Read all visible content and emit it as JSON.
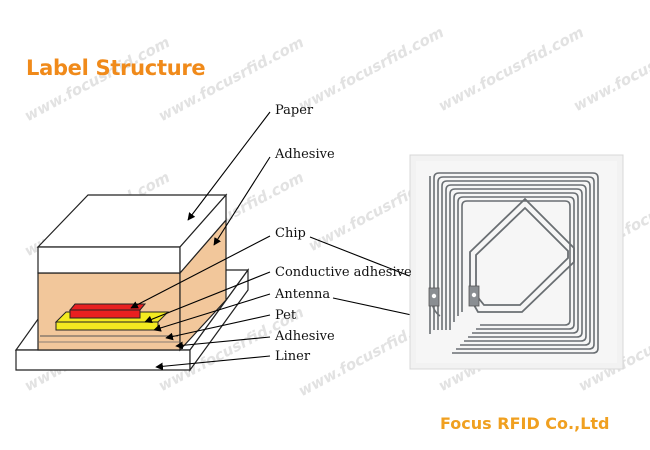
{
  "title": "Label Structure",
  "company": "Focus RFID Co.,Ltd",
  "watermark_text": "www.focusrfid.com",
  "labels": {
    "paper": "Paper",
    "adhesive_top": "Adhesive",
    "chip": "Chip",
    "conductive_adhesive": "Conductive adhesive",
    "antenna": "Antenna",
    "pet": "Pet",
    "adhesive_bottom": "Adhesive",
    "liner": "Liner"
  },
  "colors": {
    "title": "#f08a1a",
    "company": "#f0a020",
    "adhesive_layer": "#f2c79b",
    "chip": "#e82020",
    "antenna_layer": "#f3ea20",
    "antenna_trace": "#6a6f73"
  }
}
